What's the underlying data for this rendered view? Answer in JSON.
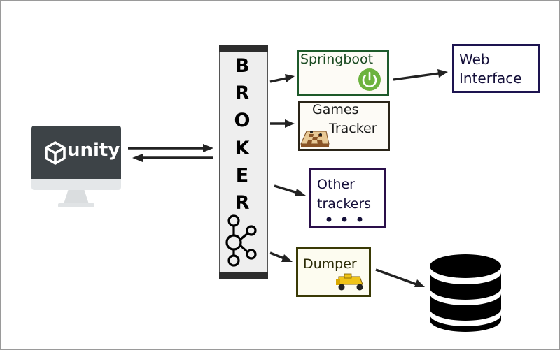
{
  "unity": {
    "label": "unity"
  },
  "broker": {
    "letters": [
      "B",
      "R",
      "O",
      "K",
      "E",
      "R"
    ]
  },
  "springboot": {
    "label": "Springboot"
  },
  "web": {
    "line1": "Web",
    "line2": "Interface"
  },
  "games": {
    "line1": "Games",
    "line2": "Tracker"
  },
  "other": {
    "line1": "Other",
    "line2": "trackers"
  },
  "dumper": {
    "label": "Dumper"
  },
  "colors": {
    "springboot_border": "#1d5a2a",
    "springboot_icon": "#6db33f",
    "web_border": "#1d1450",
    "games_border": "#2a2418",
    "other_border": "#2a0f4a",
    "dumper_border": "#3a3a05",
    "broker_bar": "#2d2d2d",
    "unity_screen": "#3d4347"
  }
}
